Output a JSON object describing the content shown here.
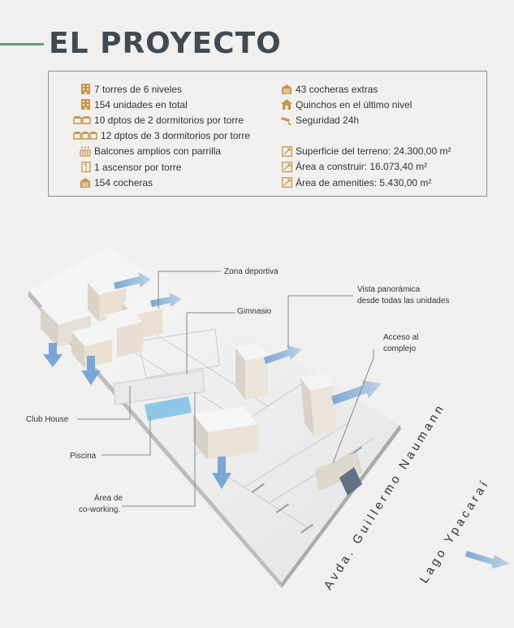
{
  "header": {
    "title": "EL PROYECTO"
  },
  "features_left": [
    {
      "icon": "tower-icon",
      "text": "7 torres de 6 niveles"
    },
    {
      "icon": "building-icon",
      "text": "154 unidades en total"
    },
    {
      "icon": "bed-2-icon",
      "text": "10 dptos de 2 dormitorios por torre"
    },
    {
      "icon": "bed-3-icon",
      "text": "12 dptos de 3 dormitorios por torre"
    },
    {
      "icon": "balcony-grill-icon",
      "text": "Balcones amplios con parrilla"
    },
    {
      "icon": "elevator-icon",
      "text": "1 ascensor por torre"
    },
    {
      "icon": "garage-icon",
      "text": "154 cocheras"
    }
  ],
  "features_right_top": [
    {
      "icon": "garage-icon",
      "text": "43 cocheras extras"
    },
    {
      "icon": "house-icon",
      "text": "Quinchos en el último nivel"
    },
    {
      "icon": "security-camera-icon",
      "text": "Seguridad 24h"
    }
  ],
  "features_right_bottom": [
    {
      "icon": "area-icon",
      "text": "Superficie del terreno: 24.300,00 m²"
    },
    {
      "icon": "area-icon",
      "text": "Área a construir: 16.073,40 m²"
    },
    {
      "icon": "area-icon",
      "text": "Área de amenities: 5.430,00 m²"
    }
  ],
  "map_labels": {
    "zona_deportiva": "Zona deportiva",
    "gimnasio": "Gimnasio",
    "vista_1": "Vista panorámica",
    "vista_2": "desde todas las unidades",
    "acceso_1": "Acceso al",
    "acceso_2": "complejo",
    "club_house": "Club House",
    "piscina": "Piscina",
    "coworking_1": "Área de",
    "coworking_2": "co-working.",
    "avenida": "Avda. Guillermo Naumann",
    "lago": "Lago Ypacaraí"
  },
  "colors": {
    "icon_gold": "#c8964a",
    "accent_green": "#6a9a82",
    "arrow_blue": "#7aa6d4"
  }
}
